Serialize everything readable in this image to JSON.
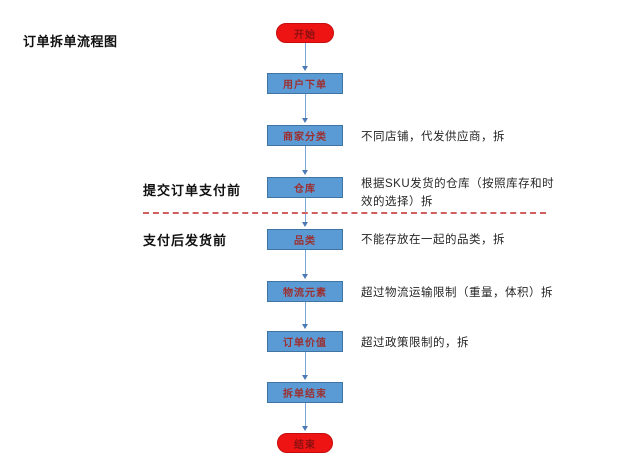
{
  "title": "订单拆单流程图",
  "colors": {
    "process_fill": "#5b9bd5",
    "process_border": "#3f74a3",
    "terminal_fill": "#ee1414",
    "node_label": "#9c2f2f",
    "connector": "#7aa7d9",
    "divider": "#d05f5f",
    "annotation_text": "#262626"
  },
  "flow": {
    "nodes": [
      {
        "id": "start",
        "type": "terminal",
        "label": "开始"
      },
      {
        "id": "user-order",
        "type": "process",
        "label": "用户下单"
      },
      {
        "id": "merchant-sort",
        "type": "process",
        "label": "商家分类",
        "annotation": "不同店铺，代发供应商，拆"
      },
      {
        "id": "warehouse",
        "type": "process",
        "label": "仓库",
        "annotation": "根据SKU发货的仓库（按照库存和时\n效的选择）拆"
      },
      {
        "id": "category",
        "type": "process",
        "label": "品类",
        "annotation": "不能存放在一起的品类，拆"
      },
      {
        "id": "logistics",
        "type": "process",
        "label": "物流元素",
        "annotation": "超过物流运输限制（重量，体积）拆"
      },
      {
        "id": "order-value",
        "type": "process",
        "label": "订单价值",
        "annotation": "超过政策限制的，拆"
      },
      {
        "id": "split-end",
        "type": "process",
        "label": "拆单结束"
      },
      {
        "id": "end",
        "type": "terminal",
        "label": "结束"
      }
    ],
    "phase_labels": [
      {
        "id": "before-payment",
        "label": "提交订单支付前"
      },
      {
        "id": "after-payment",
        "label": "支付后发货前"
      }
    ]
  }
}
